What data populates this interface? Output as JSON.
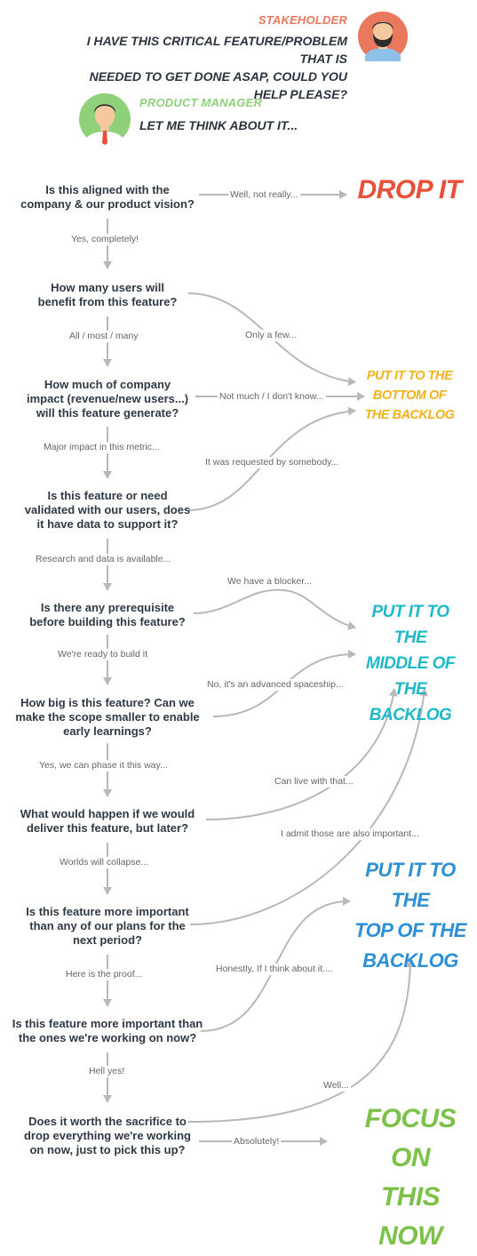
{
  "stakeholder": {
    "name": "STAKEHOLDER",
    "line1": "I HAVE THIS CRITICAL FEATURE/PROBLEM THAT IS",
    "line2": "NEEDED TO GET DONE ASAP, COULD YOU HELP PLEASE?"
  },
  "product_manager": {
    "name": "PRODUCT MANAGER",
    "text": "LET ME THINK ABOUT IT..."
  },
  "questions": [
    {
      "lines": [
        "Is this aligned with the",
        "company & our product vision?"
      ]
    },
    {
      "lines": [
        "How many users will",
        "benefit from this feature?"
      ]
    },
    {
      "lines": [
        "How much of company",
        "impact (revenue/new users...)",
        "will this feature generate?"
      ]
    },
    {
      "lines": [
        "Is this feature or need",
        "validated with our users, does",
        "it have data to support it?"
      ]
    },
    {
      "lines": [
        "Is there any prerequisite",
        "before building this feature?"
      ]
    },
    {
      "lines": [
        "How big is this feature? Can we",
        "make the scope smaller to enable",
        "early learnings?"
      ]
    },
    {
      "lines": [
        "What would happen if we would",
        "deliver this feature, but later?"
      ]
    },
    {
      "lines": [
        "Is this feature more important",
        "than any of our plans for the",
        "next period?"
      ]
    },
    {
      "lines": [
        "Is this feature more important than",
        "the ones we're working on now?"
      ]
    },
    {
      "lines": [
        "Does it worth the sacrifice to",
        "drop everything we're working",
        "on now, just to pick this up?"
      ]
    }
  ],
  "yes_labels": [
    "Yes, completely!",
    "All / most / many",
    "Major impact in this metric...",
    "Research and data is available...",
    "We're ready to build it",
    "Yes, we can phase it this way...",
    "Worlds will collapse...",
    "Here is the proof...",
    "Hell yes!"
  ],
  "no_labels": [
    "Well, not really...",
    "Only a few...",
    "Not much / I don't know...",
    "It was requested by somebody...",
    "We have a blocker...",
    "No, it's an advanced spaceship...",
    "Can live with that...",
    "I admit those are also important...",
    "Honestly, If I think about it....",
    "Well...",
    "Absolutely!"
  ],
  "outcomes": {
    "drop": {
      "lines": [
        "DROP IT"
      ],
      "color": "#e8503a"
    },
    "bottom": {
      "lines": [
        "PUT IT TO THE",
        "BOTTOM OF",
        "THE BACKLOG"
      ],
      "color": "#f2b21c"
    },
    "middle": {
      "lines": [
        "PUT IT TO THE",
        "MIDDLE OF",
        "THE BACKLOG"
      ],
      "color": "#1fb8c9"
    },
    "top": {
      "lines": [
        "PUT IT TO THE",
        "TOP OF THE",
        "BACKLOG"
      ],
      "color": "#2d8fd6"
    },
    "focus": {
      "lines": [
        "FOCUS ON",
        "THIS NOW"
      ],
      "color": "#7cc24a"
    }
  },
  "colors": {
    "stakeholder_name": "#e9785d",
    "pm_name": "#8fd07a",
    "text": "#2f3a45",
    "arrow": "#b8b8b8"
  },
  "icons": {
    "stakeholder": "bearded-man-avatar-icon",
    "pm": "man-with-tie-avatar-icon"
  }
}
